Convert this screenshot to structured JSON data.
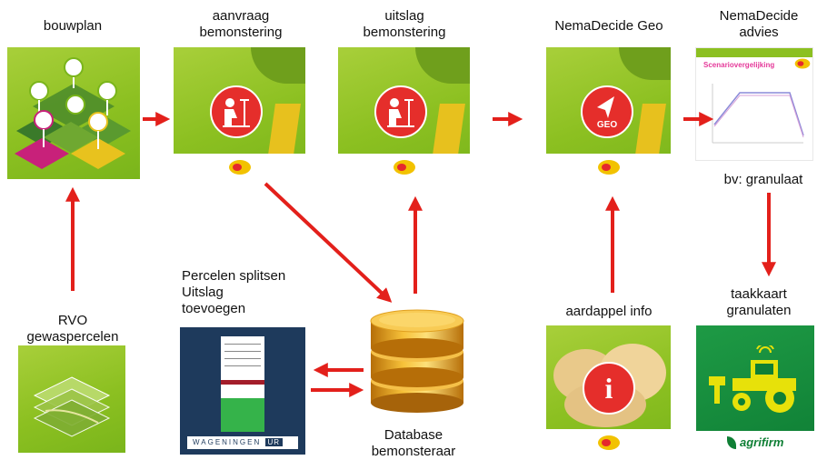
{
  "labels": {
    "bouwplan": "bouwplan",
    "aanvraag_1": "aanvraag",
    "aanvraag_2": "bemonstering",
    "uitslag_1": "uitslag",
    "uitslag_2": "bemonstering",
    "nemadecide_geo": "NemaDecide Geo",
    "nemadecide_advies_1": "NemaDecide",
    "nemadecide_advies_2": "advies",
    "granulaat": "bv: granulaat",
    "rvo_1": "RVO",
    "rvo_2": "gewaspercelen",
    "percelen_1": "Percelen splitsen",
    "percelen_2": "Uitslag",
    "percelen_3": "toevoegen",
    "aardappel": "aardappel info",
    "taakkaart_1": "taakkaart",
    "taakkaart_2": "granulaten",
    "database_1": "Database",
    "database_2": "bemonsteraar"
  },
  "tiles": {
    "geo_badge": "GEO",
    "info_badge": "i",
    "wageningen_logo": "WAGENINGEN",
    "wageningen_ur": "UR",
    "agrifirm_logo": "agrifirm",
    "report_title": "Scenariovergelijking"
  },
  "colors": {
    "arrow_red": "#e3201b",
    "tile_green": "#8cc021",
    "badge_red": "#e52e2b",
    "wur_blue": "#1e3a5c"
  }
}
